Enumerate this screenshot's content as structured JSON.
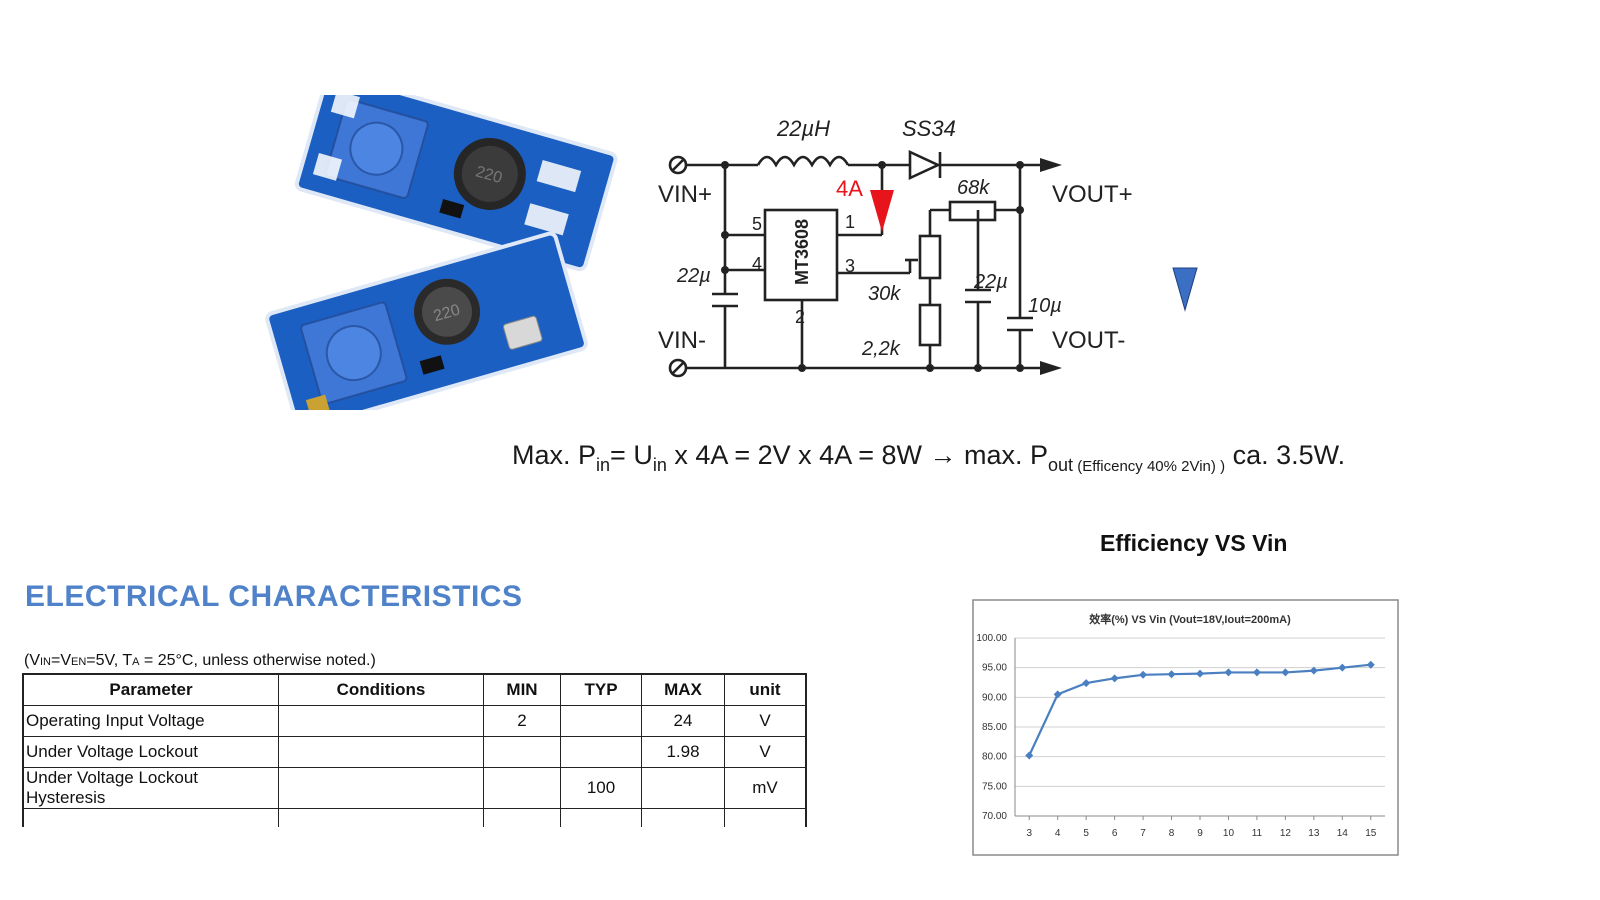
{
  "schematic": {
    "inductor": "22µH",
    "diode": "SS34",
    "current": "4A",
    "vin_plus": "VIN+",
    "vin_minus": "VIN-",
    "vout_plus": "VOUT+",
    "vout_minus": "VOUT-",
    "ic": "MT3608",
    "pin1": "1",
    "pin2": "2",
    "pin3": "3",
    "pin4": "4",
    "pin5": "5",
    "cap_in": "22µ",
    "cap_out1": "22µ",
    "cap_out2": "10µ",
    "r_top": "68k",
    "r_pot": "30k",
    "r_bottom": "2,2k",
    "arrow_red": "#e8141c",
    "arrow_blue": "#3a6fc4"
  },
  "boards": {
    "inductor_label_1": "220",
    "inductor_label_2": "220"
  },
  "formula": {
    "p1": "Max. P",
    "p1_sub": "in",
    "p2": "=  U",
    "p2_sub": "in",
    "p3": " x 4A  = 2V x 4A = 8W  → max. P",
    "p3_sub": "out",
    "p3_sub2": " (Efficency 40%  2Vin) )",
    "p4": " ca. 3.5W."
  },
  "electrical": {
    "title": "ELECTRICAL CHARACTERISTICS",
    "cond_1": "(V",
    "cond_s1": "IN",
    "cond_2": "=V",
    "cond_s2": "EN",
    "cond_3": "=5V, T",
    "cond_s3": "A",
    "cond_4": " = 25°C, unless otherwise noted.)",
    "headers": [
      "Parameter",
      "Conditions",
      "MIN",
      "TYP",
      "MAX",
      "unit"
    ],
    "rows": [
      [
        "Operating Input Voltage",
        "",
        "2",
        "",
        "24",
        "V"
      ],
      [
        "Under Voltage Lockout",
        "",
        "",
        "",
        "1.98",
        "V"
      ],
      [
        "Under Voltage Lockout Hysteresis",
        "",
        "",
        "100",
        "",
        "mV"
      ]
    ]
  },
  "efficiency": {
    "title": "Efficiency VS Vin",
    "marker_1": "D",
    "marker_2": "D"
  },
  "chart_data": {
    "type": "line",
    "title": "效率(%) VS  Vin (Vout=18V,Iout=200mA)",
    "x": [
      3,
      4,
      5,
      6,
      7,
      8,
      9,
      10,
      11,
      12,
      13,
      14,
      15
    ],
    "series": [
      {
        "values": [
          80.2,
          90.5,
          92.4,
          93.2,
          93.8,
          93.9,
          94.0,
          94.2,
          94.2,
          94.2,
          94.5,
          95.0,
          95.5
        ]
      }
    ],
    "ylim": [
      70,
      100
    ],
    "yticks": [
      "100.00",
      "95.00",
      "90.00",
      "85.00",
      "80.00",
      "75.00",
      "70.00"
    ],
    "xticks": [
      "3",
      "4",
      "5",
      "6",
      "7",
      "8",
      "9",
      "10",
      "11",
      "12",
      "13",
      "14",
      "15"
    ],
    "grid": true,
    "color": "#4a7fc1"
  }
}
